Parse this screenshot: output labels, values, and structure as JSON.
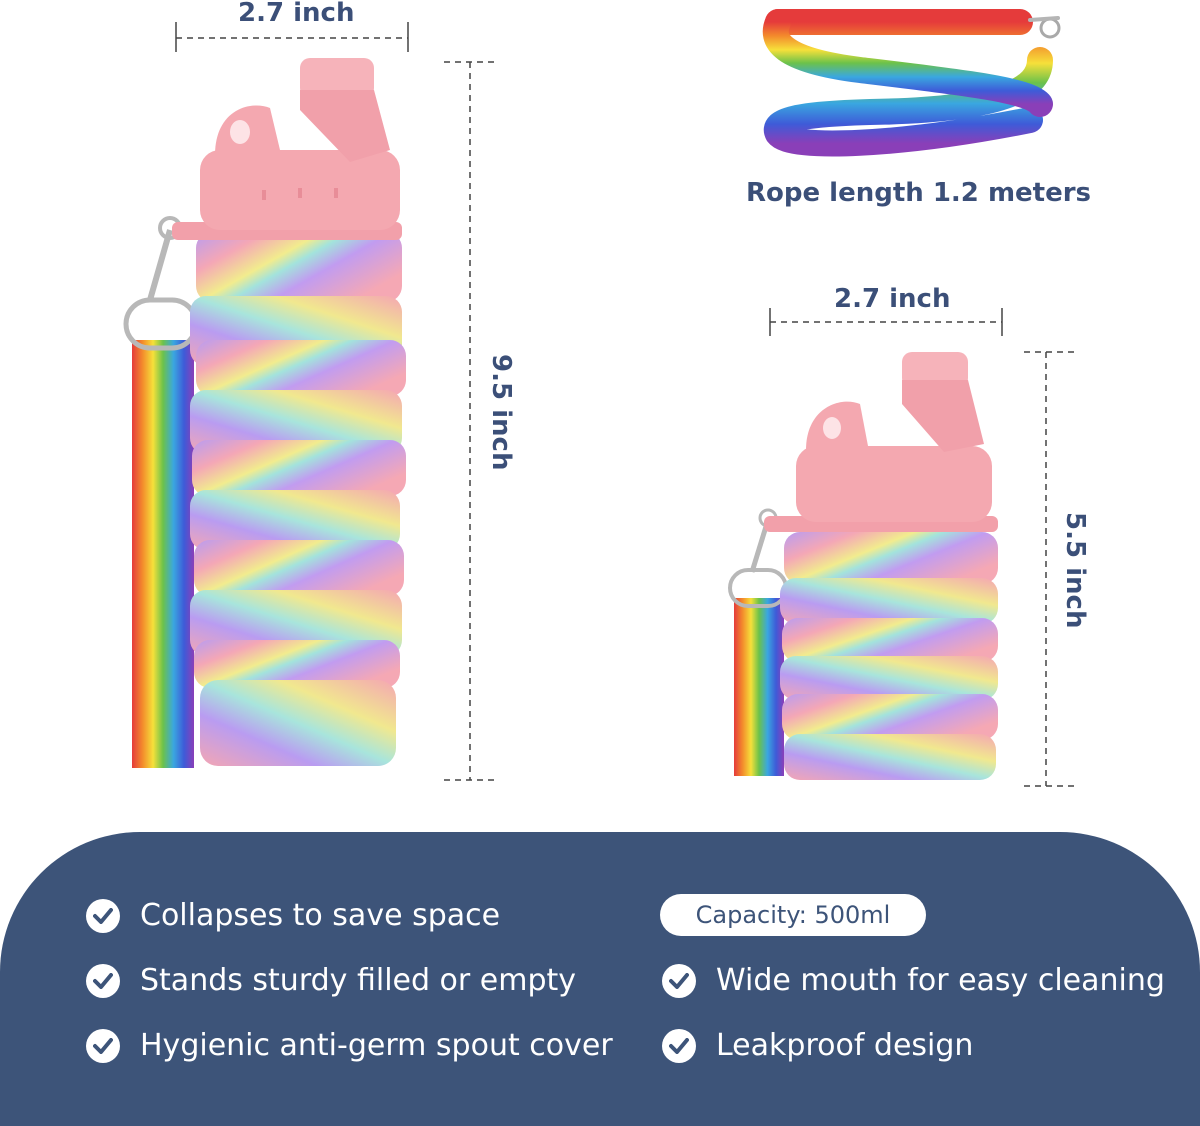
{
  "dimensions": {
    "tall_width": "2.7 inch",
    "tall_height": "9.5 inch",
    "short_width": "2.7 inch",
    "short_height": "5.5 inch"
  },
  "rope_label": "Rope length 1.2 meters",
  "features_left": [
    "Collapses to save space",
    "Stands sturdy filled or empty",
    "Hygienic anti-germ spout cover"
  ],
  "capacity_badge": "Capacity: 500ml",
  "features_right": [
    "Wide mouth for easy cleaning",
    "Leakproof design"
  ],
  "icons": [
    "check-icon"
  ],
  "colors": {
    "panel": "#3d5479",
    "dimension_text": "#3b4f78",
    "lid_pink": "#f2a3ad",
    "purple": "#b79af0",
    "yellow": "#f3ea8c",
    "teal": "#9fe2e0"
  }
}
